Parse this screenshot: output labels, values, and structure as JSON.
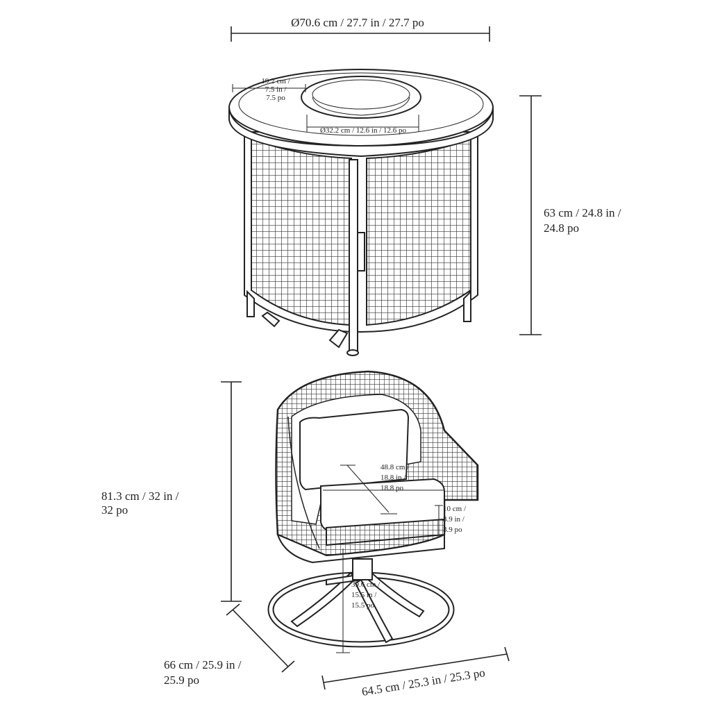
{
  "table": {
    "diameter_label": "Ø70.6 cm / 27.7 in / 27.7 po",
    "height_label_1": "63 cm / 24.8 in /",
    "height_label_2": "24.8 po",
    "rim_label_1": "19.2 cm /",
    "rim_label_2": "7.5 in /",
    "rim_label_3": "7.5 po",
    "burner_label": "Ø32.2 cm / 12.6 in / 12.6 po"
  },
  "chair": {
    "height_label_1": "81.3 cm / 32 in /",
    "height_label_2": "32 po",
    "seat_depth_1": "48.8 cm /",
    "seat_depth_2": "18.8 in /",
    "seat_depth_3": "18.8 po",
    "cushion_1": "10 cm /",
    "cushion_2": "3.9 in /",
    "cushion_3": "3.9 po",
    "seat_height_1": "39.6 cm /",
    "seat_height_2": "15.5 in /",
    "seat_height_3": "15.5 po",
    "depth_1": "66 cm / 25.9 in /",
    "depth_2": "25.9 po",
    "width_label": "64.5 cm / 25.3 in / 25.3 po"
  }
}
